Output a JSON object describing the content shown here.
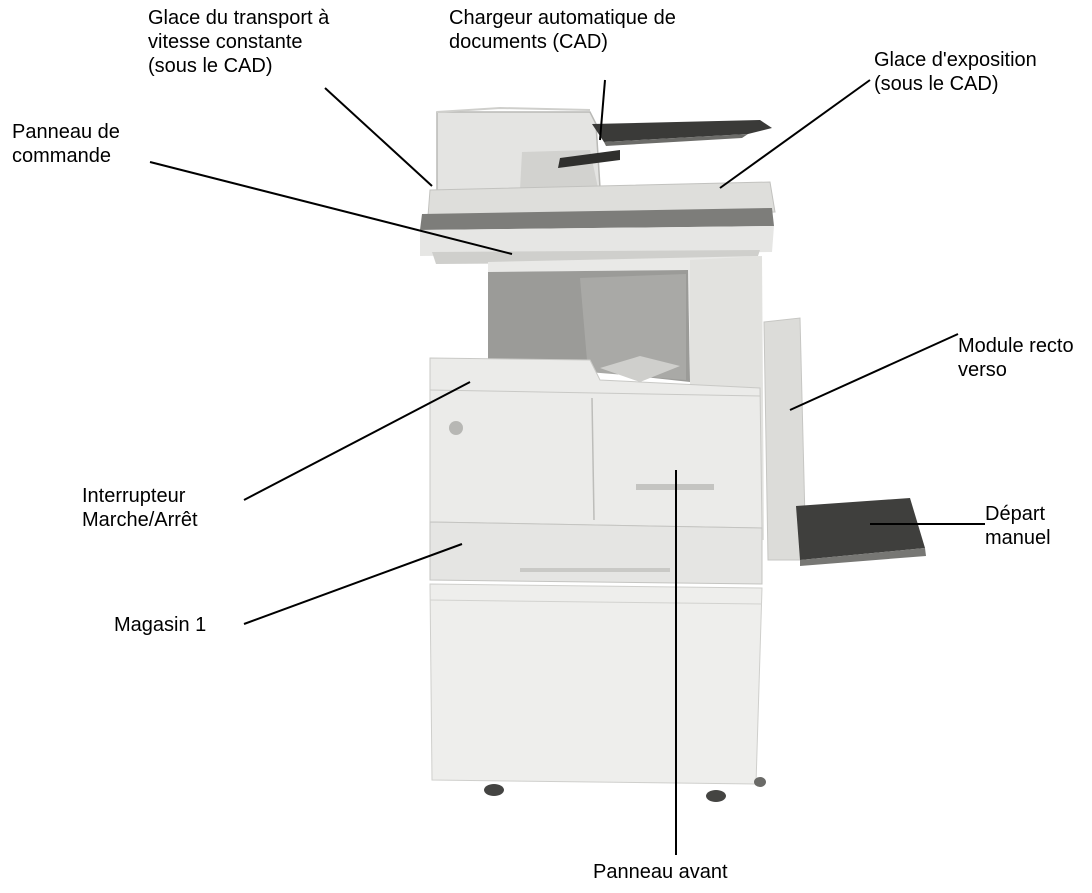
{
  "labels": {
    "glace_transport": [
      "Glace du transport à",
      "vitesse constante",
      "(sous le CAD)"
    ],
    "chargeur": [
      "Chargeur automatique de",
      "documents (CAD)"
    ],
    "glace_exposition": [
      "Glace d'exposition",
      "(sous le CAD)"
    ],
    "panneau_commande": [
      "Panneau de",
      "commande"
    ],
    "module_recto_verso": [
      "Module recto",
      "verso"
    ],
    "interrupteur": [
      "Interrupteur",
      "Marche/Arrêt"
    ],
    "depart_manuel": [
      "Départ",
      "manuel"
    ],
    "magasin": [
      "Magasin 1"
    ],
    "panneau_avant": [
      "Panneau avant"
    ]
  },
  "colors": {
    "line": "#000000",
    "body_light": "#e9e9e7",
    "body_mid": "#d6d6d3",
    "body_dark": "#8f8f8c",
    "tray_dark": "#3a3a38"
  }
}
